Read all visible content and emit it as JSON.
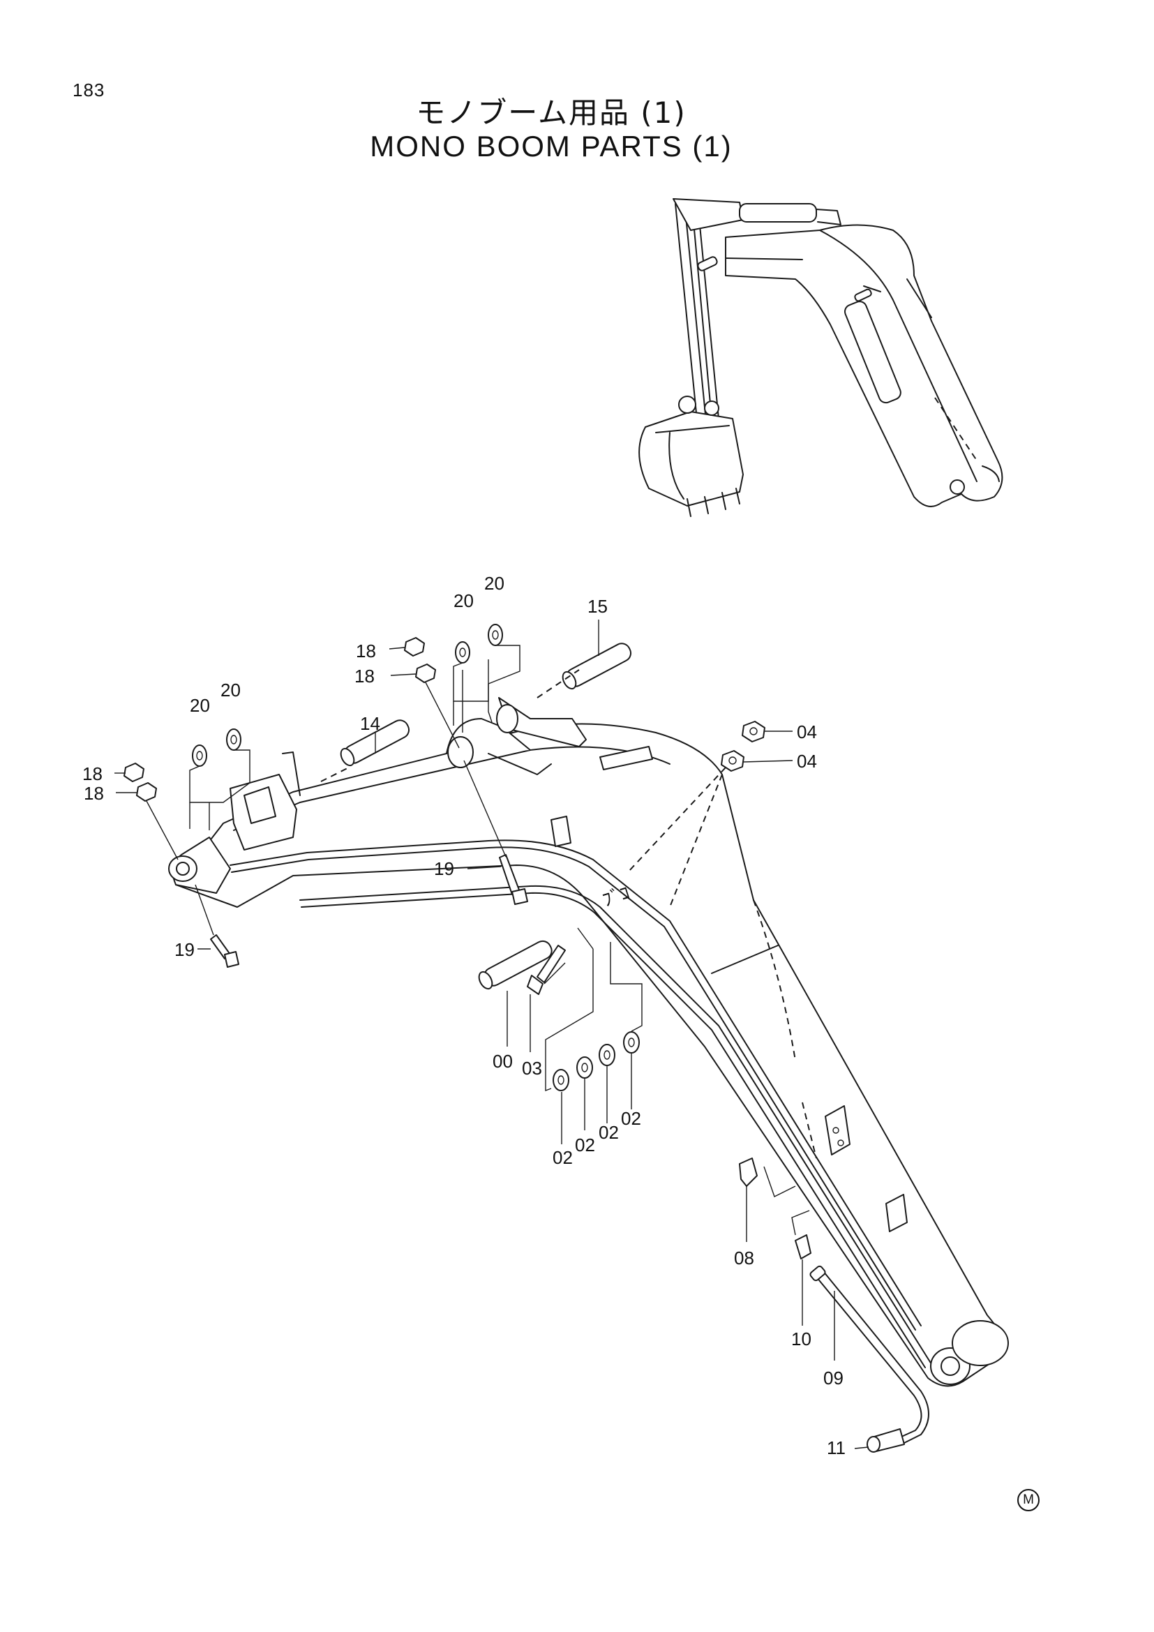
{
  "page": {
    "number": "183",
    "title_jp": "モノブーム用品 (1)",
    "title_en": "MONO BOOM PARTS (1)",
    "mark": "M"
  },
  "callouts": [
    {
      "id": "c-20a",
      "label": "20"
    },
    {
      "id": "c-20b",
      "label": "20"
    },
    {
      "id": "c-20c",
      "label": "20"
    },
    {
      "id": "c-20d",
      "label": "20"
    },
    {
      "id": "c-15",
      "label": "15"
    },
    {
      "id": "c-14",
      "label": "14"
    },
    {
      "id": "c-18a",
      "label": "18"
    },
    {
      "id": "c-18b",
      "label": "18"
    },
    {
      "id": "c-18c",
      "label": "18"
    },
    {
      "id": "c-18d",
      "label": "18"
    },
    {
      "id": "c-19a",
      "label": "19"
    },
    {
      "id": "c-19b",
      "label": "19"
    },
    {
      "id": "c-04a",
      "label": "04"
    },
    {
      "id": "c-04b",
      "label": "04"
    },
    {
      "id": "c-00",
      "label": "00"
    },
    {
      "id": "c-03",
      "label": "03"
    },
    {
      "id": "c-02a",
      "label": "02"
    },
    {
      "id": "c-02b",
      "label": "02"
    },
    {
      "id": "c-02c",
      "label": "02"
    },
    {
      "id": "c-02d",
      "label": "02"
    },
    {
      "id": "c-08",
      "label": "08"
    },
    {
      "id": "c-10",
      "label": "10"
    },
    {
      "id": "c-09",
      "label": "09"
    },
    {
      "id": "c-11",
      "label": "11"
    }
  ]
}
